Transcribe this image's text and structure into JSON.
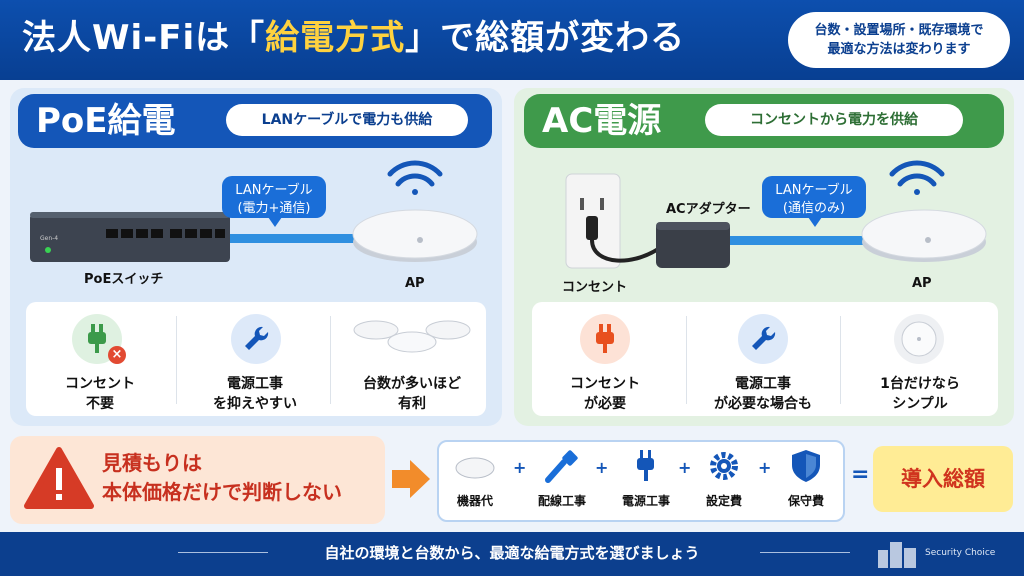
{
  "header": {
    "title_pre": "法人Wi-Fiは「",
    "title_highlight": "給電方式",
    "title_post": "」で総額が変わる",
    "note_line1": "台数・設置場所・既存環境で",
    "note_line2": "最適な方法は変わります"
  },
  "poe": {
    "title": "PoE給電",
    "subtitle": "LANケーブルで電力も供給",
    "callout_line1": "LANケーブル",
    "callout_line2": "(電力+通信)",
    "switch_label": "PoEスイッチ",
    "switch_brand": "Gen-4",
    "ap_label": "AP",
    "features": [
      {
        "line1": "コンセント",
        "line2": "不要",
        "icon": "plug-x-icon"
      },
      {
        "line1": "電源工事",
        "line2": "を抑えやすい",
        "icon": "wrench-icon"
      },
      {
        "line1": "台数が多いほど",
        "line2": "有利",
        "icon": "multiple-ap-icon"
      }
    ]
  },
  "ac": {
    "title": "AC電源",
    "subtitle": "コンセントから電力を供給",
    "adapter_label": "ACアダプター",
    "callout_line1": "LANケーブル",
    "callout_line2": "(通信のみ)",
    "outlet_label": "コンセント",
    "ap_label": "AP",
    "features": [
      {
        "line1": "コンセント",
        "line2": "が必要",
        "icon": "plug-icon"
      },
      {
        "line1": "電源工事",
        "line2": "が必要な場合も",
        "icon": "wrench-icon"
      },
      {
        "line1": "1台だけなら",
        "line2": "シンプル",
        "icon": "single-ap-icon"
      }
    ]
  },
  "warning": {
    "line1": "見積もりは",
    "line2": "本体価格だけで判断しない"
  },
  "costs": {
    "items": [
      {
        "label": "機器代",
        "icon": "ap-device-icon"
      },
      {
        "label": "配線工事",
        "icon": "cable-icon"
      },
      {
        "label": "電源工事",
        "icon": "plug-icon"
      },
      {
        "label": "設定費",
        "icon": "gear-icon"
      },
      {
        "label": "保守費",
        "icon": "shield-icon"
      }
    ],
    "plus": "+",
    "equals": "=",
    "total": "導入総額"
  },
  "footer": {
    "text": "自社の環境と台数から、最適な給電方式を選びましょう",
    "brand": "Security Choice"
  },
  "colors": {
    "header_blue": "#0d4fae",
    "poe_blue": "#1456b8",
    "ac_green": "#3f9a4b",
    "warning_red": "#c7301f",
    "highlight_yellow": "#ffd23f"
  }
}
